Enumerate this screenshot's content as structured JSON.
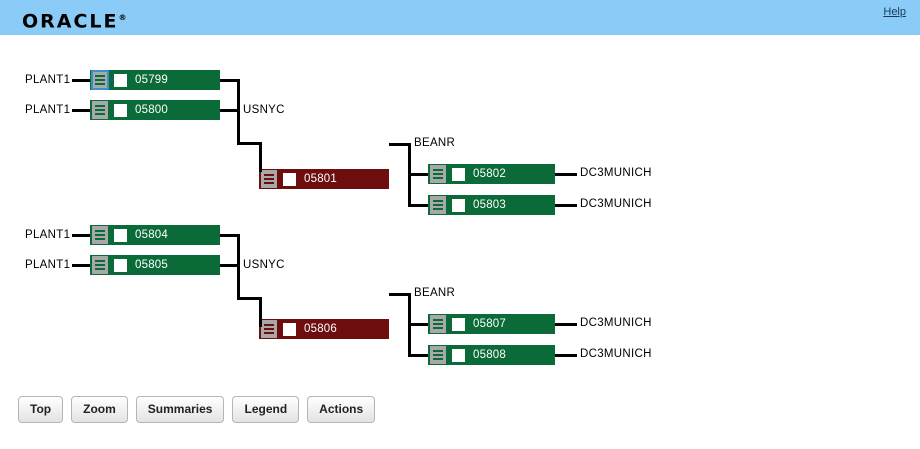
{
  "header": {
    "logo_text": "ORACLE",
    "logo_registered": "®",
    "help_label": "Help",
    "background_color": "#8accf7"
  },
  "colors": {
    "green_node": "#0b6b38",
    "maroon_node": "#6e0d0d",
    "connector": "#000000",
    "focus_ring": "#3d8ed0",
    "header_blue": "#8accf7"
  },
  "diagram": {
    "type": "shipment-leg-tree",
    "icons": {
      "menu": "hamburger-menu-icon",
      "checkbox": "checkbox-unchecked-icon"
    },
    "groups": [
      {
        "origin_labels": [
          "PLANT1",
          "PLANT1"
        ],
        "origin_nodes": [
          {
            "id": "05799",
            "color": "green",
            "focused": true
          },
          {
            "id": "05800",
            "color": "green",
            "focused": false
          }
        ],
        "hub1_label": "USNYC",
        "hub1_node": {
          "id": "05801",
          "color": "maroon",
          "focused": false
        },
        "hub2_label": "BEANR",
        "dest_nodes": [
          {
            "id": "05802",
            "color": "green",
            "focused": false
          },
          {
            "id": "05803",
            "color": "green",
            "focused": false
          }
        ],
        "dest_labels": [
          "DC3MUNICH",
          "DC3MUNICH"
        ]
      },
      {
        "origin_labels": [
          "PLANT1",
          "PLANT1"
        ],
        "origin_nodes": [
          {
            "id": "05804",
            "color": "green",
            "focused": false
          },
          {
            "id": "05805",
            "color": "green",
            "focused": false
          }
        ],
        "hub1_label": "USNYC",
        "hub1_node": {
          "id": "05806",
          "color": "maroon",
          "focused": false
        },
        "hub2_label": "BEANR",
        "dest_nodes": [
          {
            "id": "05807",
            "color": "green",
            "focused": false
          },
          {
            "id": "05808",
            "color": "green",
            "focused": false
          }
        ],
        "dest_labels": [
          "DC3MUNICH",
          "DC3MUNICH"
        ]
      }
    ]
  },
  "buttons": [
    {
      "label": "Top"
    },
    {
      "label": "Zoom"
    },
    {
      "label": "Summaries"
    },
    {
      "label": "Legend"
    },
    {
      "label": "Actions"
    }
  ]
}
